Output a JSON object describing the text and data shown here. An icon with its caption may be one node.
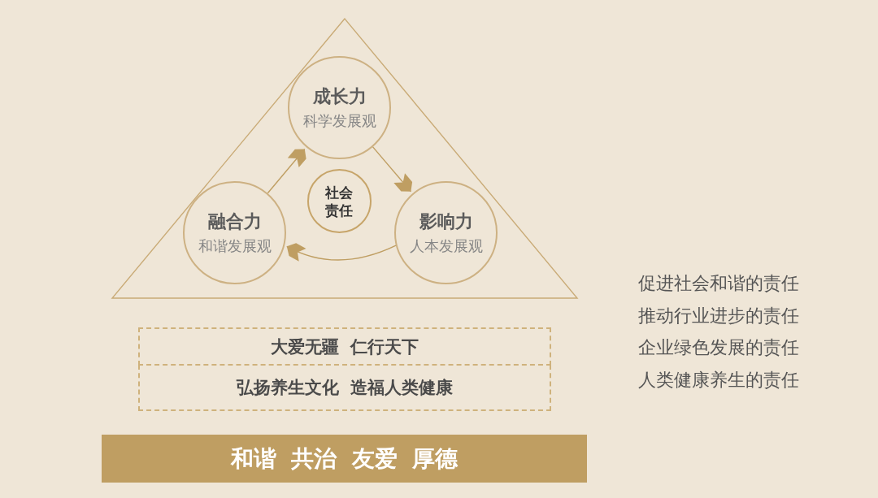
{
  "diagram": {
    "nodes": [
      {
        "text": [],
        "shape": "triangle"
      },
      {
        "text": [
          "成长力",
          "科学发展观"
        ],
        "in": 0
      },
      {
        "text": [
          "融合力",
          "和谐发展观"
        ],
        "in": 0
      },
      {
        "text": [
          "社会责任"
        ],
        "in": 0
      },
      {
        "text": [
          "影响力",
          "人本发展观"
        ],
        "in": 0
      },
      {
        "text": [
          "大爱无疆 仁行天下"
        ]
      },
      {
        "text": [
          "弘扬养生文化 造福人类健康"
        ]
      },
      {
        "text": [
          "和谐 共治 友爱 厚德"
        ]
      }
    ],
    "edges": [
      {
        "from": 2,
        "to": 1,
        "arrow": "to"
      },
      {
        "from": 1,
        "to": 4,
        "arrow": "to"
      },
      {
        "from": 4,
        "to": 2,
        "arrow": "to"
      }
    ],
    "labels": [
      "促进社会和谐的责任",
      "推动行业进步的责任",
      "企业绿色发展的责任",
      "人类健康养生的责任"
    ]
  }
}
